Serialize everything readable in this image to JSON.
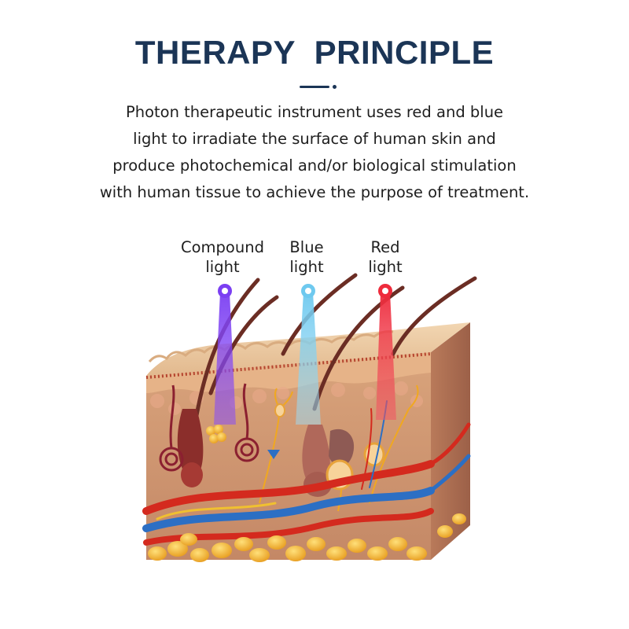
{
  "header": {
    "title": "THERAPY  PRINCIPLE",
    "description_lines": [
      "Photon therapeutic instrument uses red and blue",
      "light to irradiate the surface of human skin and",
      "produce photochemical and/or biological stimulation",
      "with human tissue to achieve the purpose of treatment."
    ]
  },
  "light_sources": [
    {
      "label_lines": [
        "Compound",
        "light"
      ],
      "color": "#7b3ff2",
      "icon": "compound-light-beam"
    },
    {
      "label_lines": [
        "Blue",
        "light"
      ],
      "color": "#6ec9ef",
      "icon": "blue-light-beam"
    },
    {
      "label_lines": [
        "Red",
        "light"
      ],
      "color": "#ee2b3c",
      "icon": "red-light-beam"
    }
  ],
  "colors": {
    "title": "#1b3556",
    "skin_surface": "#e7c29a",
    "dermis": "#c8906a",
    "artery": "#d42a1e",
    "vein": "#2c6fc4",
    "fat": "#f3b433",
    "nerve": "#f0a820"
  }
}
